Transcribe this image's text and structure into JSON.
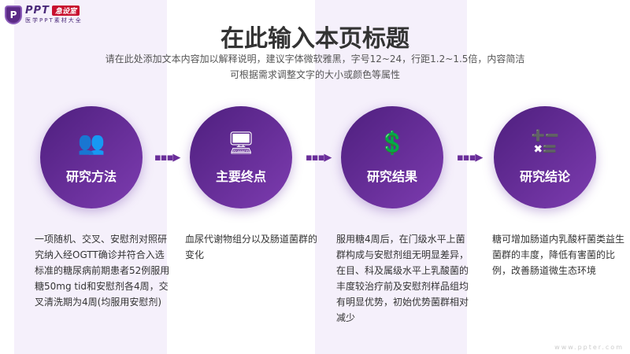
{
  "logo": {
    "brand": "PPT",
    "badge": "急设室",
    "tagline": "医学PPT素材大全",
    "shield_letter": "P"
  },
  "header": {
    "title": "在此输入本页标题",
    "subtitle_line1": "请在此处添加文本内容加以解释说明，建议字体微软雅黑，字号12~24，行距1.2~1.5倍，内容简洁",
    "subtitle_line2": "可根据需求调整文字的大小或颜色等属性"
  },
  "steps": [
    {
      "icon": "meeting-icon",
      "glyph": "👥",
      "label": "研究方法",
      "text": "一项随机、交叉、安慰剂对照研究纳入经OGTT确诊并符合入选标准的糖尿病前期患者52例服用糖50mg tid和安慰剂各4周，交叉清洗期为4周(均服用安慰剂)"
    },
    {
      "icon": "monitor-presenter-icon",
      "glyph": "🖥",
      "label": "主要终点",
      "text": "血尿代谢物组分以及肠道菌群的变化"
    },
    {
      "icon": "money-group-icon",
      "glyph": "💲",
      "label": "研究结果",
      "text": "服用糖4周后，在门级水平上菌群构成与安慰剂组无明显差异，在目、科及属级水平上乳酸菌的丰度较治疗前及安慰剂样品组均有明显优势，初始优势菌群相对减少"
    },
    {
      "icon": "calculator-icon",
      "glyph": "➕➖\n✖🟰",
      "label": "研究结论",
      "text": "糖可增加肠道内乳酸杆菌类益生菌群的丰度，降低有害菌的比例，改善肠道微生态环境"
    }
  ],
  "arrow": "▪▪▪▶",
  "watermark": "www.ppter.com",
  "colors": {
    "accent": "#6a2e9a",
    "panel": "#f5f0fb"
  }
}
